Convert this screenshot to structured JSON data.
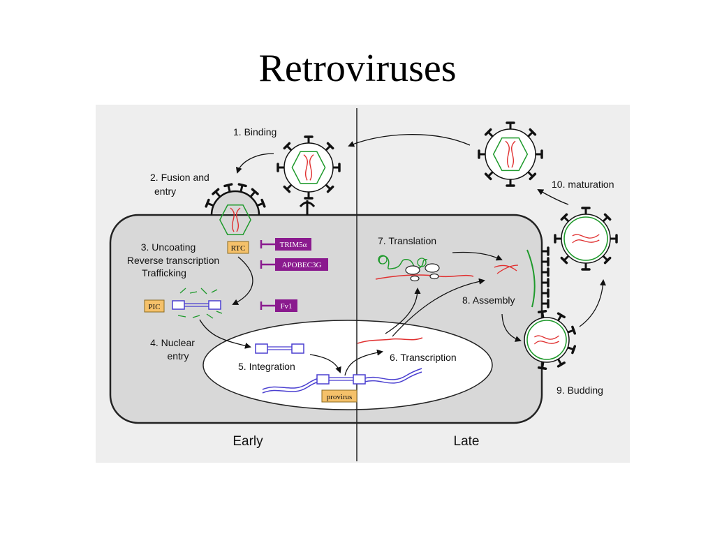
{
  "title": "Retroviruses",
  "phases": {
    "early": "Early",
    "late": "Late"
  },
  "steps": {
    "binding": "1. Binding",
    "fusion_1": "2. Fusion and",
    "fusion_2": "entry",
    "uncoating_1": "3. Uncoating",
    "uncoating_2": "Reverse transcription",
    "uncoating_3": "Trafficking",
    "nuclear_1": "4. Nuclear",
    "nuclear_2": "entry",
    "integration": "5. Integration",
    "transcription": "6. Transcription",
    "translation": "7. Translation",
    "assembly": "8. Assembly",
    "budding": "9. Budding",
    "maturation": "10. maturation"
  },
  "boxes": {
    "rtc": "RTC",
    "pic": "PIC",
    "provirus": "provirus"
  },
  "restriction_factors": {
    "trim5a": "TRIM5α",
    "apobec3g": "APOBEC3G",
    "fv1": "Fv1"
  },
  "colors": {
    "cell_fill": "#d8d8d8",
    "panel_bg": "#eeeeee",
    "capsid_green": "#1f9a2c",
    "rna_red": "#e03030",
    "dna_blue": "#4a3fd0",
    "restriction_purple": "#8a1a8e",
    "tag_orange": "#f5c16a"
  }
}
